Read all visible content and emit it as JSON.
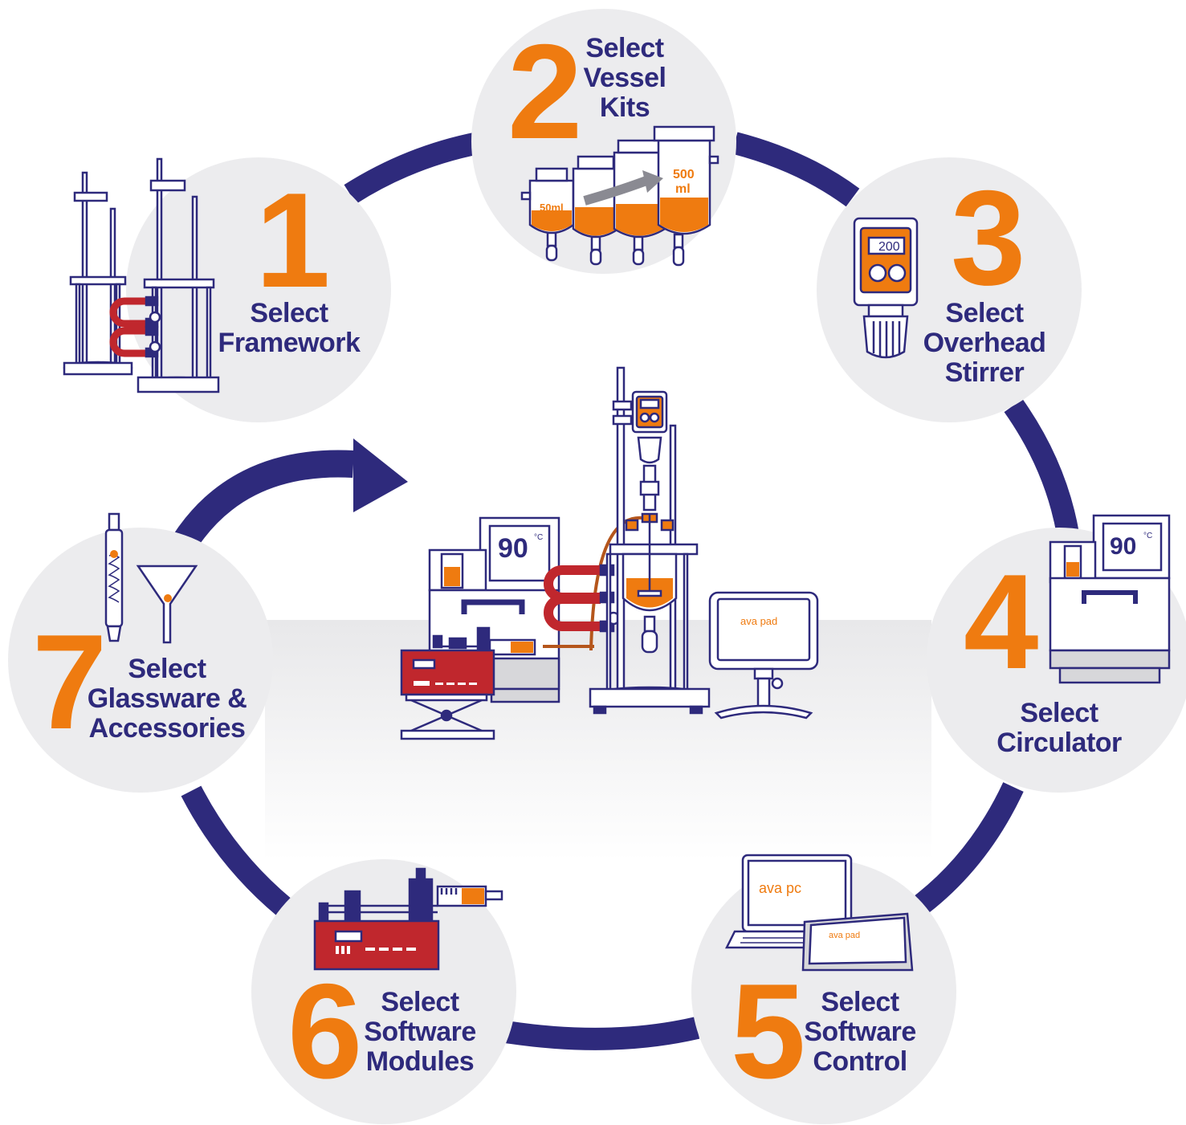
{
  "colors": {
    "navy": "#2e2a7c",
    "orange": "#ef7b10",
    "circle_fill": "#ececee",
    "red": "#c0272d"
  },
  "steps": [
    {
      "number": "1",
      "lines": [
        "Select",
        "Framework"
      ]
    },
    {
      "number": "2",
      "lines": [
        "Select",
        "Vessel",
        "Kits"
      ]
    },
    {
      "number": "3",
      "lines": [
        "Select",
        "Overhead",
        "Stirrer"
      ]
    },
    {
      "number": "4",
      "lines": [
        "Select",
        "Circulator"
      ]
    },
    {
      "number": "5",
      "lines": [
        "Select",
        "Software",
        "Control"
      ]
    },
    {
      "number": "6",
      "lines": [
        "Select",
        "Software",
        "Modules"
      ]
    },
    {
      "number": "7",
      "lines": [
        "Select",
        "Glassware &",
        "Accessories"
      ]
    }
  ],
  "vessel_labels": {
    "small": "50ml",
    "large_top": "500",
    "large_unit": "ml"
  },
  "stirrer_display": "200",
  "circulator_display": "90",
  "degree_unit": "°C",
  "brand": {
    "ava_pc": "ava pc",
    "ava_pad": "ava pad"
  },
  "icons": [
    "framework-icon",
    "vessel-kits-icon",
    "overhead-stirrer-icon",
    "circulator-icon",
    "software-control-icon",
    "syringe-pump-icon",
    "glassware-icon",
    "reactor-system-icon",
    "cycle-arrow-icon"
  ]
}
